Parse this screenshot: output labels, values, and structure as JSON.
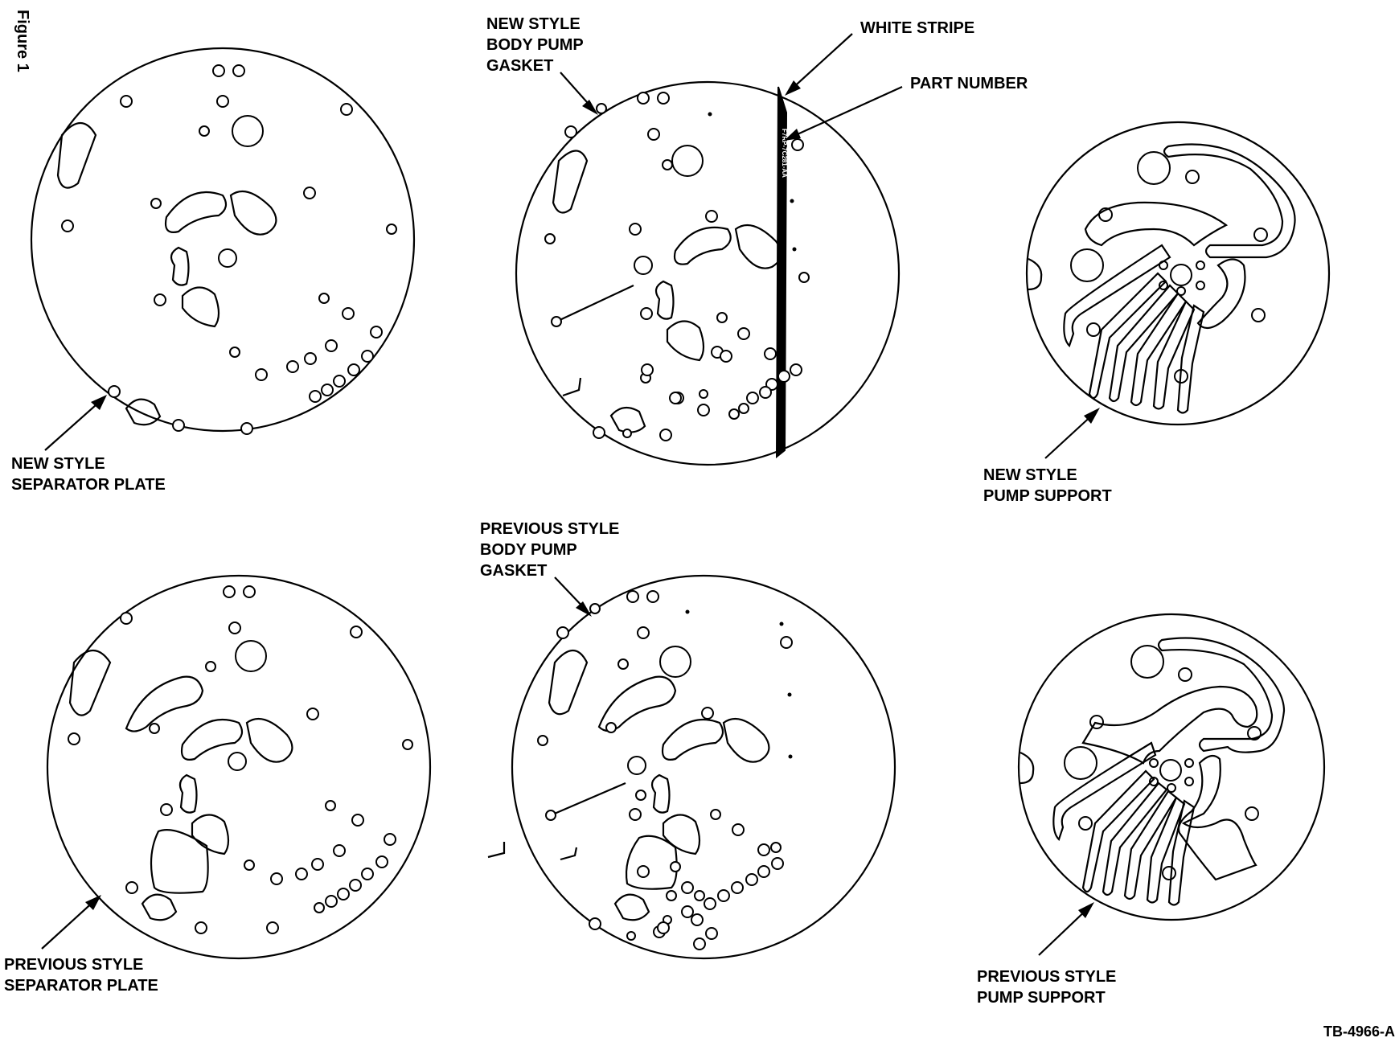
{
  "figure_label": "Figure 1",
  "reference": "TB-4966-A",
  "labels": {
    "new_separator": [
      "NEW STYLE",
      "SEPARATOR PLATE"
    ],
    "new_gasket": [
      "NEW STYLE",
      "BODY PUMP",
      "GASKET"
    ],
    "white_stripe": "WHITE STRIPE",
    "part_number": "PART NUMBER",
    "new_support": [
      "NEW STYLE",
      "PUMP SUPPORT"
    ],
    "prev_separator": [
      "PREVIOUS STYLE",
      "SEPARATOR PLATE"
    ],
    "prev_gasket": [
      "PREVIOUS STYLE",
      "BODY PUMP",
      "GASKET"
    ],
    "prev_support": [
      "PREVIOUS STYLE",
      "PUMP SUPPORT"
    ]
  },
  "stripe_marking": "F7RP-7C281-AA"
}
